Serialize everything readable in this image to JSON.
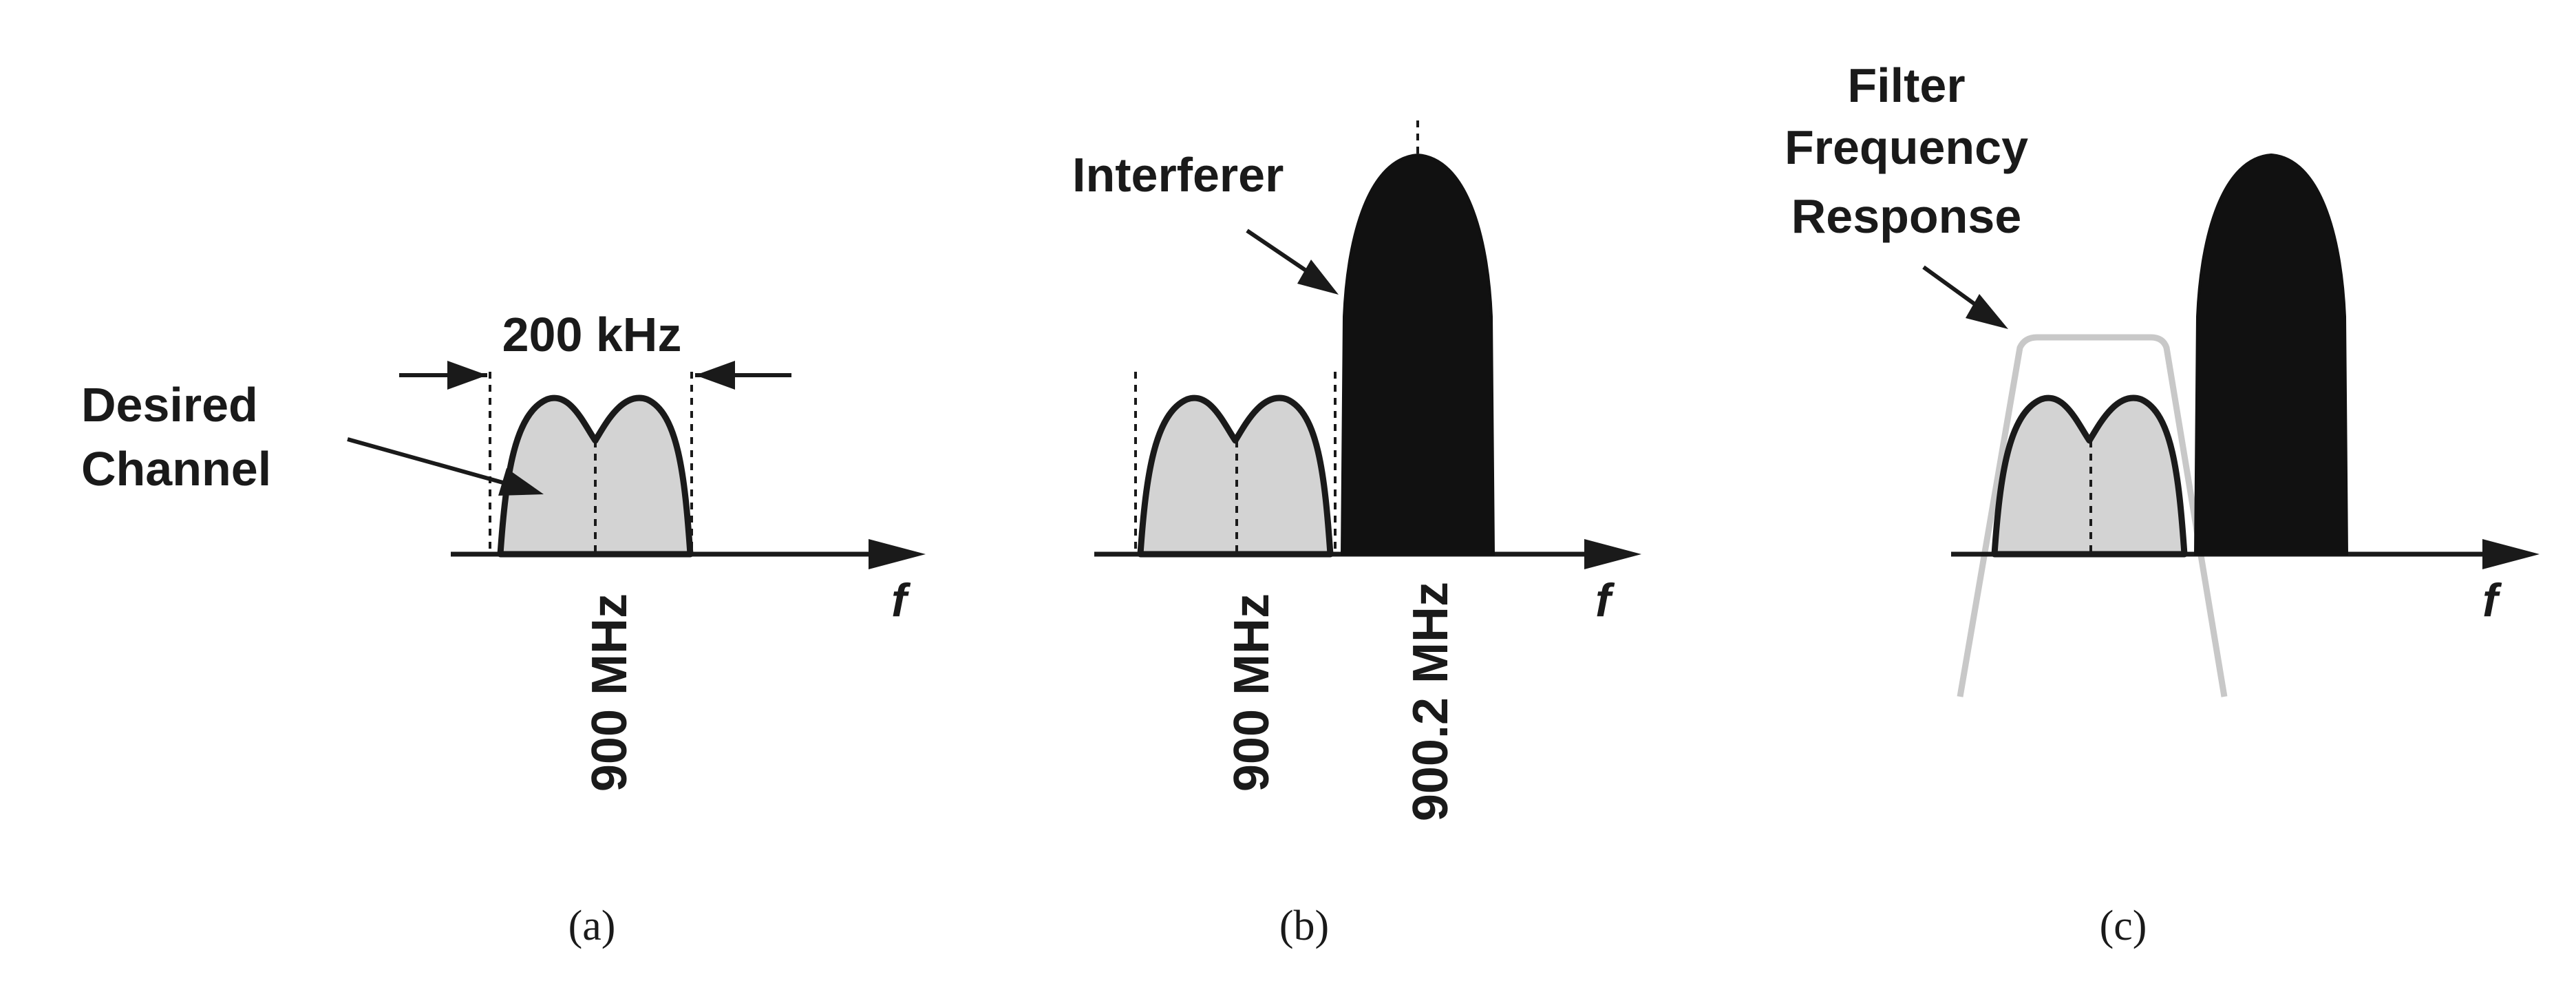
{
  "panel_a": {
    "bandwidth_label": "200 kHz",
    "desired_channel_line1": "Desired",
    "desired_channel_line2": "Channel",
    "freq_label": "900 MHz",
    "axis_label": "f",
    "caption": "(a)"
  },
  "panel_b": {
    "interferer_label": "Interferer",
    "freq_label_1": "900 MHz",
    "freq_label_2": "900.2 MHz",
    "axis_label": "f",
    "caption": "(b)"
  },
  "panel_c": {
    "filter_line1": "Filter",
    "filter_line2": "Frequency",
    "filter_line3": "Response",
    "axis_label": "f",
    "caption": "(c)"
  },
  "colors": {
    "ink": "#1a1a1a",
    "channel_fill": "#d3d3d3",
    "interferer_fill": "#111111",
    "filter_stroke": "#c8c8c8"
  }
}
